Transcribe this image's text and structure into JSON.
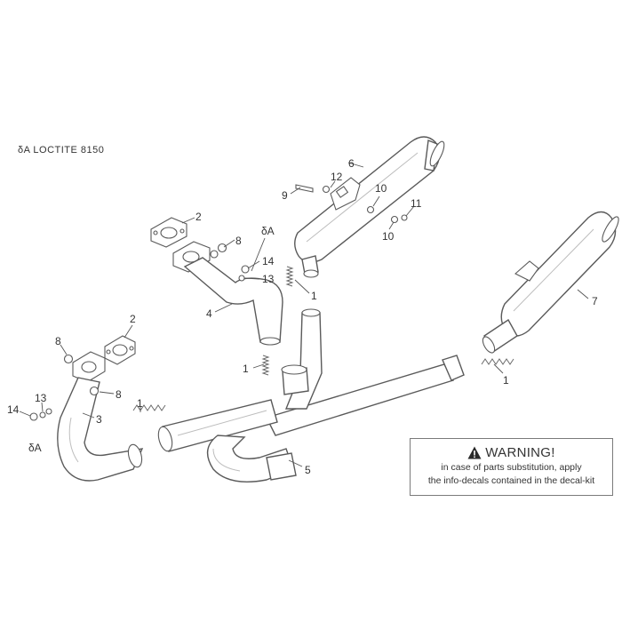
{
  "note": "δA LOCTITE 8150",
  "callouts": {
    "c1a": "1",
    "c1b": "1",
    "c1c": "1",
    "c1d": "1",
    "c2a": "2",
    "c2b": "2",
    "c3": "3",
    "c4": "4",
    "c5": "5",
    "c6": "6",
    "c7": "7",
    "c8a": "8",
    "c8b": "8",
    "c8c": "8",
    "c9": "9",
    "c10a": "10",
    "c10b": "10",
    "c11": "11",
    "c12": "12",
    "c13a": "13",
    "c13b": "13",
    "c14a": "14",
    "c14b": "14",
    "loctite_a": "δA",
    "loctite_b": "δA"
  },
  "warning": {
    "title": "WARNING!",
    "line1": "in case of parts substitution, apply",
    "line2": "the info-decals contained in the decal-kit"
  }
}
